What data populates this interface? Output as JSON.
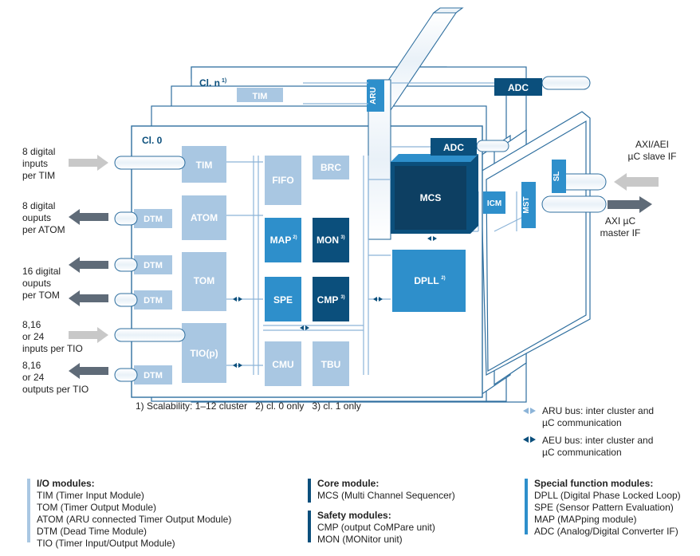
{
  "colors": {
    "light_block": "#a9c7e2",
    "mid_block": "#2e8fcb",
    "dark_block": "#0b4f7c",
    "frame_stroke": "#2f6f9f",
    "arrow_grey": "#c8c8c8",
    "arrow_dark": "#5f6b78",
    "aru_bus": "#8cb4d8",
    "aeu_bus": "#0b4f7c"
  },
  "clusters": {
    "cl_n": "Cl. n",
    "cl_n_sup": "1)",
    "cl_0": "Cl. 0"
  },
  "modules": {
    "tim": "TIM",
    "tim_n": "TIM",
    "atom": "ATOM",
    "tom": "TOM",
    "tio": "TIO(p)",
    "dtm": "DTM",
    "fifo": "FIFO",
    "brc": "BRC",
    "map": "MAP",
    "map_sup": "2)",
    "mon": "MON",
    "mon_sup": "3)",
    "spe": "SPE",
    "cmp": "CMP",
    "cmp_sup": "3)",
    "cmu": "CMU",
    "tbu": "TBU",
    "mcs": "MCS",
    "dpll": "DPLL",
    "dpll_sup": "2)",
    "icm": "ICM",
    "adc": "ADC",
    "aru": "ARU",
    "sl": "SL",
    "mst": "MST"
  },
  "io_labels": {
    "tim_inputs": [
      "8 digital",
      "inputs",
      "per TIM"
    ],
    "atom_outputs": [
      "8 digital",
      "ouputs",
      "per ATOM"
    ],
    "tom_outputs": [
      "16 digital",
      "ouputs",
      "per TOM"
    ],
    "tio_inputs": [
      "8,16",
      "or 24",
      "inputs per TIO"
    ],
    "tio_outputs": [
      "8,16",
      "or 24",
      "outputs per TIO"
    ],
    "slave_if": [
      "AXI/AEI",
      "µC slave IF"
    ],
    "master_if": [
      "AXI µC",
      "master IF"
    ]
  },
  "footnote": "1) Scalability: 1–12 cluster   2) cl. 0 only   3) cl. 1 only",
  "bus_legend": {
    "aru": [
      "ARU bus: inter cluster and",
      "µC communication"
    ],
    "aeu": [
      "AEU bus: inter cluster and",
      "µC communication"
    ]
  },
  "legend": {
    "io_title": "I/O modules:",
    "io_items": [
      "TIM (Timer Input Module)",
      "TOM (Timer Output Module)",
      "ATOM (ARU connected Timer Output Module)",
      "DTM (Dead Time Module)",
      "TIO (Timer Input/Output Module)"
    ],
    "core_title": "Core module:",
    "core_items": [
      "MCS (Multi Channel Sequencer)"
    ],
    "safety_title": "Safety modules:",
    "safety_items": [
      "CMP (output CoMPare unit)",
      "MON (MONitor unit)"
    ],
    "special_title": "Special function modules:",
    "special_items": [
      "DPLL (Digital Phase Locked Loop)",
      "SPE (Sensor Pattern Evaluation)",
      "MAP (MAPping module)",
      "ADC (Analog/Digital Converter IF)"
    ]
  }
}
